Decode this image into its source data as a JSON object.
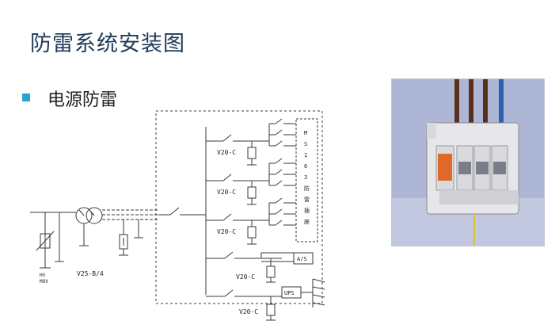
{
  "slide": {
    "title": "防雷系统安装图",
    "bullet": "电源防雷"
  },
  "diagram": {
    "transformer_label": "V25-B/4",
    "hv_label": "HV",
    "mov_label": "MOV",
    "branch_labels": [
      "V20-C",
      "V20-C",
      "V20-C",
      "V20-C",
      "V20-C"
    ],
    "vertical_text": [
      "M",
      "S",
      "1",
      "6",
      "3",
      "防",
      "雷",
      "插",
      "座"
    ],
    "as_label": "A/S",
    "ups_label": "UPS"
  },
  "colors": {
    "title": "#1f3a5a",
    "bullet": "#2aa4cf",
    "line": "#3a3a3a",
    "photo_bg": "#aeb6d6",
    "module_orange": "#e0692a",
    "wire_brown": "#5a2f1e",
    "wire_blue": "#2a62b0"
  }
}
